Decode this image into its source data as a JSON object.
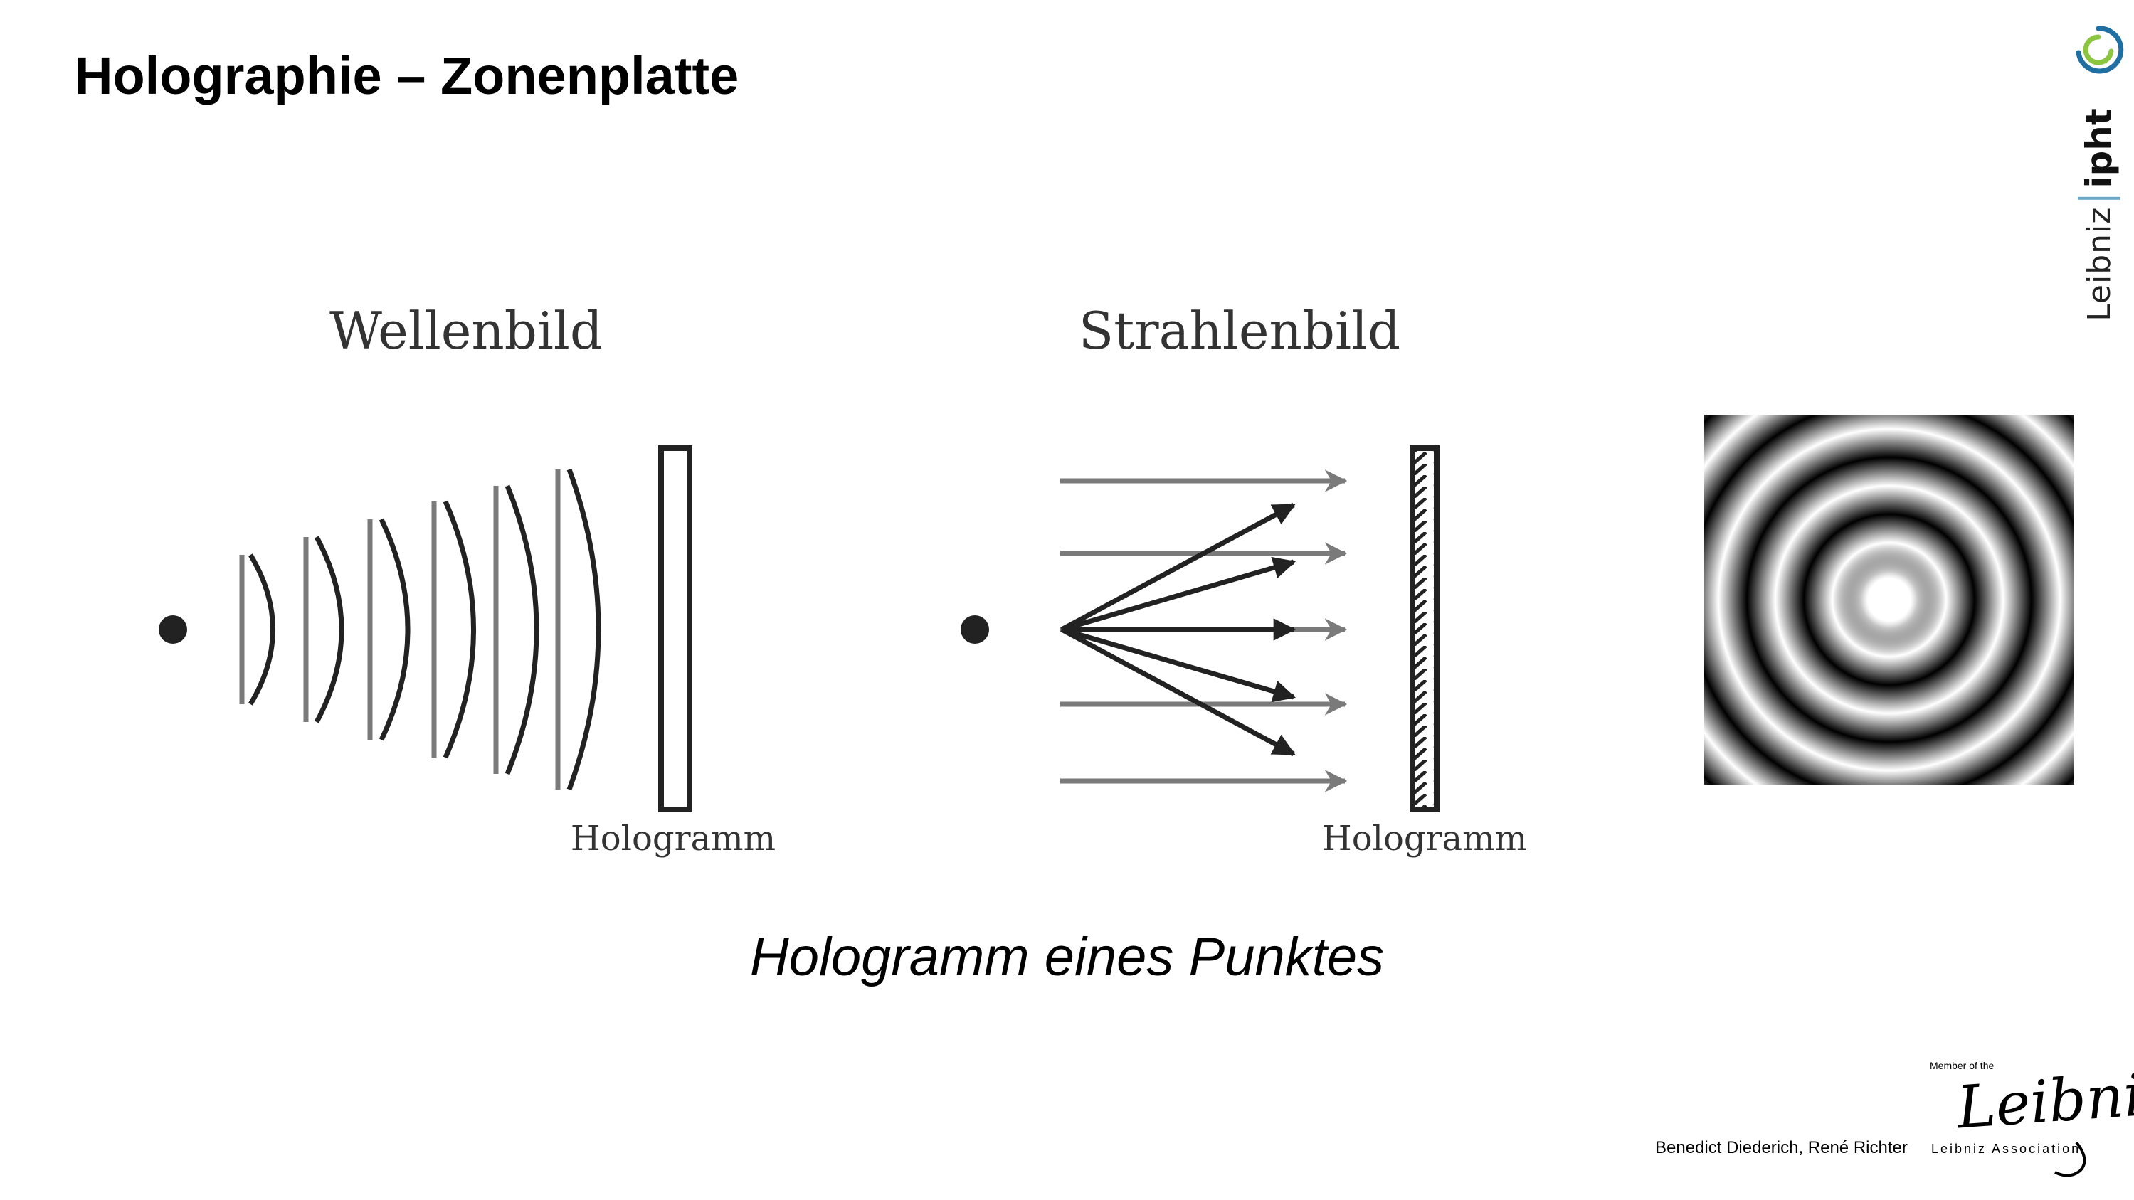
{
  "slide": {
    "title": "Holographie – Zonenplatte",
    "caption": "Hologramm eines Punktes",
    "authors": "Benedict Diederich, René Richter"
  },
  "figure": {
    "wave_panel": {
      "title": "Wellenbild",
      "plate_label": "Hologramm"
    },
    "ray_panel": {
      "title": "Strahlenbild",
      "plate_label": "Hologramm"
    }
  },
  "logos": {
    "institute": {
      "word_left": "Leibniz",
      "word_right": "ipht"
    },
    "association": {
      "member_text": "Member of the",
      "signature": "Leibniz",
      "label": "Leibniz Association"
    }
  },
  "colors": {
    "text": "#000000",
    "diagram_dark": "#222222",
    "diagram_gray": "#7a7a7a",
    "logo_green": "#8cc63f",
    "logo_blue": "#1f6fa3"
  }
}
